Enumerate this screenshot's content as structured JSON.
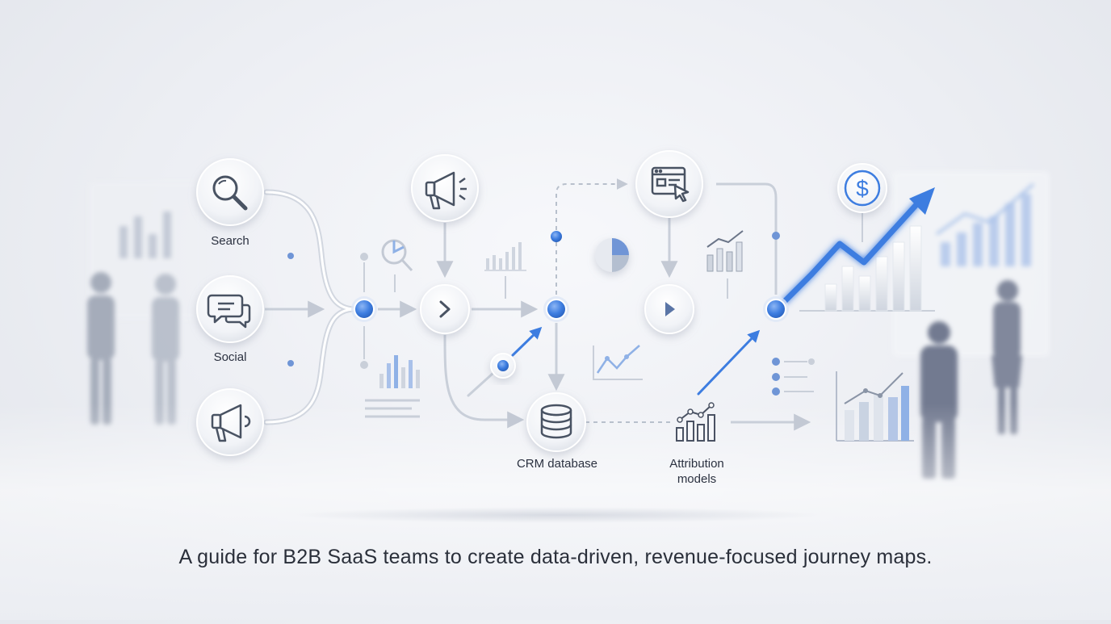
{
  "labels": {
    "search": "Search",
    "social": "Social",
    "crm": "CRM database",
    "attribution_line1": "Attribution",
    "attribution_line2": "models"
  },
  "caption": "A guide for B2B SaaS teams to create data-driven, revenue-focused journey maps.",
  "icons": {
    "search": "magnifier-icon",
    "social": "chat-bubbles-icon",
    "paid": "megaphone-icon",
    "campaign": "megaphone-icon",
    "web": "browser-cursor-icon",
    "crm": "database-icon",
    "attribution": "bar-trend-chart-icon",
    "revenue": "dollar-icon"
  },
  "colors": {
    "accent": "#3d7de0",
    "node_fill": "#f4f6fa",
    "line": "#c9cfd9",
    "text": "#2a2f3a"
  }
}
